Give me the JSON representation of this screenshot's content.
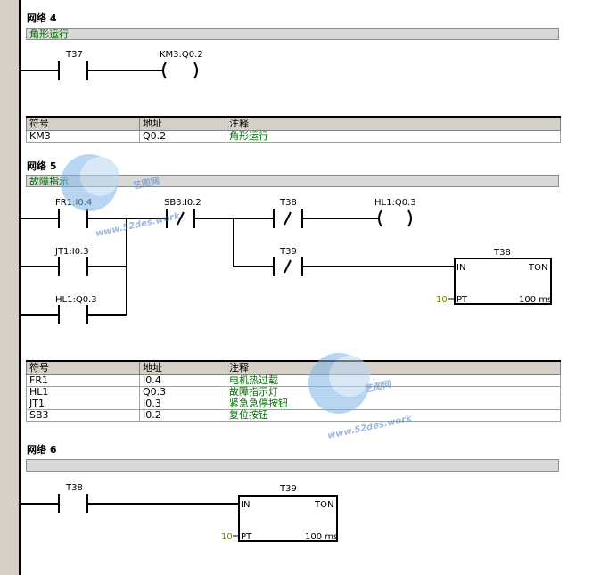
{
  "networks": [
    {
      "title": "网络 4",
      "comment": "角形运行",
      "contact": "T37",
      "coil": "KM3:Q0.2",
      "symbols": {
        "headers": [
          "符号",
          "地址",
          "注释"
        ],
        "rows": [
          {
            "symbol": "KM3",
            "address": "Q0.2",
            "comment": "角形运行"
          }
        ]
      }
    },
    {
      "title": "网络 5",
      "comment": "故障指示",
      "contacts": {
        "fr1": "FR1:I0.4",
        "sb3": "SB3:I0.2",
        "t38": "T38",
        "jt1": "JT1:I0.3",
        "t39": "T39",
        "hl1c": "HL1:Q0.3"
      },
      "coil": "HL1:Q0.3",
      "timer": {
        "name": "T38",
        "type": "TON",
        "in": "IN",
        "pt": "PT",
        "preset": "10",
        "base": "100 ms"
      },
      "symbols": {
        "headers": [
          "符号",
          "地址",
          "注释"
        ],
        "rows": [
          {
            "symbol": "FR1",
            "address": "I0.4",
            "comment": "电机热过载"
          },
          {
            "symbol": "HL1",
            "address": "Q0.3",
            "comment": "故障指示灯"
          },
          {
            "symbol": "JT1",
            "address": "I0.3",
            "comment": "紧急急停按钮"
          },
          {
            "symbol": "SB3",
            "address": "I0.2",
            "comment": "复位按钮"
          }
        ]
      }
    },
    {
      "title": "网络 6",
      "comment": "",
      "contact": "T38",
      "timer": {
        "name": "T39",
        "type": "TON",
        "in": "IN",
        "pt": "PT",
        "preset": "10",
        "base": "100 ms"
      }
    }
  ],
  "watermark": {
    "brand": "艺图网",
    "url": "www.52des.work"
  },
  "colors": {
    "comment_text": "#007000",
    "preset_text": "#808000",
    "rail": "#000000",
    "watermark": "#4a7fc8"
  }
}
